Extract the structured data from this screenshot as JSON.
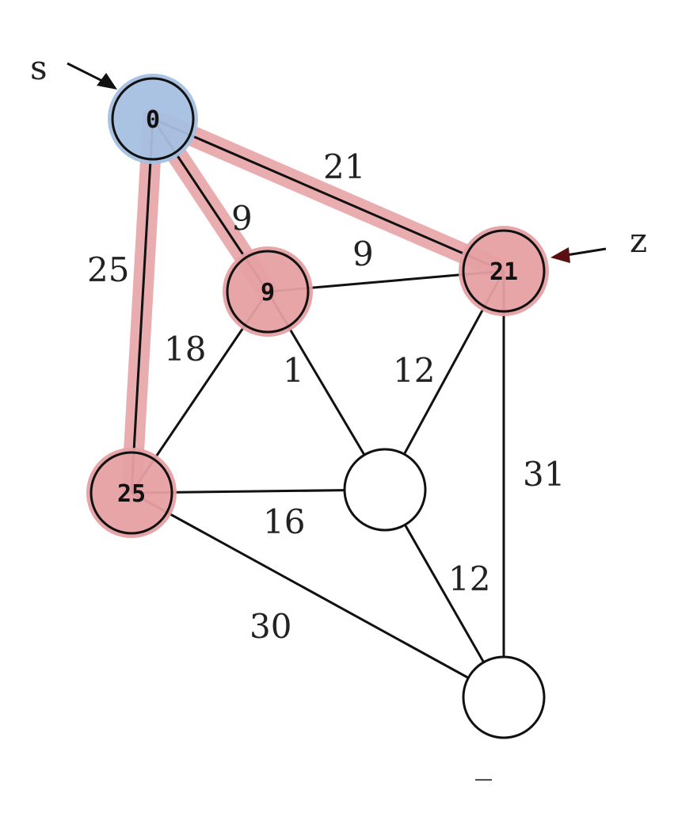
{
  "title_markers": {
    "source": "s",
    "target": "z",
    "bottom_mark": "_"
  },
  "colors": {
    "source_fill": "#a7c0e2",
    "highlight": "#e6a0a3",
    "edge": "#111111"
  },
  "nodes": [
    {
      "id": "s",
      "label": "0",
      "state": "source"
    },
    {
      "id": "a",
      "label": "9",
      "state": "highlighted"
    },
    {
      "id": "z",
      "label": "21",
      "state": "highlighted"
    },
    {
      "id": "b",
      "label": "25",
      "state": "highlighted"
    },
    {
      "id": "c",
      "label": "",
      "state": "plain"
    },
    {
      "id": "d",
      "label": "",
      "state": "plain"
    }
  ],
  "edges": [
    {
      "from": "s",
      "to": "z",
      "weight": "21",
      "highlighted": true
    },
    {
      "from": "s",
      "to": "a",
      "weight": "9",
      "highlighted": true
    },
    {
      "from": "s",
      "to": "b",
      "weight": "25",
      "highlighted": true
    },
    {
      "from": "a",
      "to": "z",
      "weight": "9",
      "highlighted": false
    },
    {
      "from": "a",
      "to": "b",
      "weight": "18",
      "highlighted": false
    },
    {
      "from": "a",
      "to": "c",
      "weight": "1",
      "highlighted": false
    },
    {
      "from": "z",
      "to": "c",
      "weight": "12",
      "highlighted": false
    },
    {
      "from": "z",
      "to": "d",
      "weight": "31",
      "highlighted": false
    },
    {
      "from": "b",
      "to": "c",
      "weight": "16",
      "highlighted": false
    },
    {
      "from": "c",
      "to": "d",
      "weight": "12",
      "highlighted": false
    },
    {
      "from": "b",
      "to": "d",
      "weight": "30",
      "highlighted": false
    }
  ]
}
